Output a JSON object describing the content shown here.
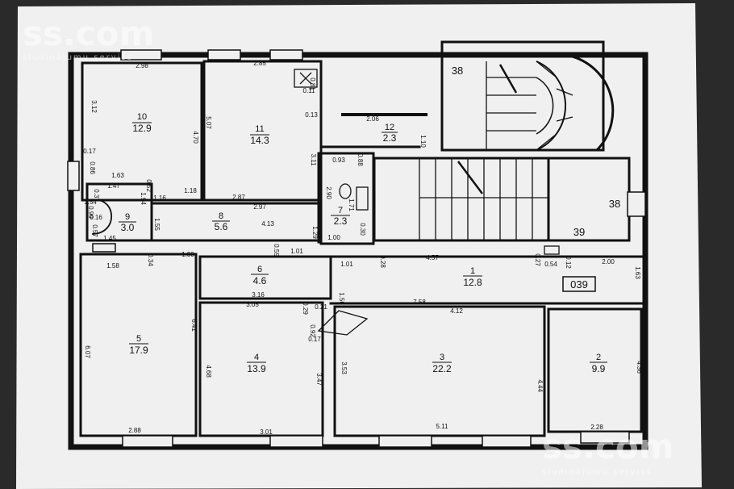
{
  "watermark": {
    "top_brand": "ss.com",
    "top_tagline": "sludinājumu serviss",
    "bottom_brand": "ss.com",
    "bottom_tagline": "sludinājumu serviss"
  },
  "rooms": [
    {
      "id": "room-10",
      "number": "10",
      "area": "12.9"
    },
    {
      "id": "room-11",
      "number": "11",
      "area": "14.3"
    },
    {
      "id": "room-12",
      "number": "12",
      "area": "2.3"
    },
    {
      "id": "room-9",
      "number": "9",
      "area": "3.0"
    },
    {
      "id": "room-8",
      "number": "8",
      "area": "5.6"
    },
    {
      "id": "room-7",
      "number": "7",
      "area": "2.3"
    },
    {
      "id": "room-6",
      "number": "6",
      "area": "4.6"
    },
    {
      "id": "room-5",
      "number": "5",
      "area": "17.9"
    },
    {
      "id": "room-4",
      "number": "4",
      "area": "13.9"
    },
    {
      "id": "room-3",
      "number": "3",
      "area": "22.2"
    },
    {
      "id": "room-2",
      "number": "2",
      "area": "9.9"
    },
    {
      "id": "room-1",
      "number": "1",
      "area": "12.8"
    }
  ],
  "stair_labels": {
    "upper": "38",
    "right": "38",
    "lower": "39",
    "boxed": "039"
  },
  "dimensions": [
    "2.98",
    "2.85",
    "3.12",
    "4.70",
    "5.07",
    "3.11",
    "0.17",
    "0.86",
    "1.63",
    "1.47",
    "0.52",
    "0.37",
    "1.54",
    "1.94",
    "1.16",
    "1.18",
    "2.87",
    "2.97",
    "4.13",
    "1.29",
    "0.99",
    "0.16",
    "0.57",
    "1.55",
    "1.45",
    "0.93",
    "0.88",
    "2.90",
    "1.71",
    "1.00",
    "0.30",
    "0.13",
    "0.11",
    "0.81",
    "2.06",
    "1.10",
    "1.58",
    "0.34",
    "1.30",
    "0.59",
    "1.01",
    "1.01",
    "0.28",
    "4.57",
    "0.27",
    "0.54",
    "0.12",
    "2.00",
    "1.63",
    "3.05",
    "3.16",
    "0.29",
    "0.21",
    "1.50",
    "7.58",
    "4.12",
    "0.92",
    "0.17",
    "6.07",
    "6.41",
    "4.68",
    "3.47",
    "3.53",
    "4.44",
    "4.36",
    "2.88",
    "3.01",
    "5.11",
    "2.28"
  ]
}
